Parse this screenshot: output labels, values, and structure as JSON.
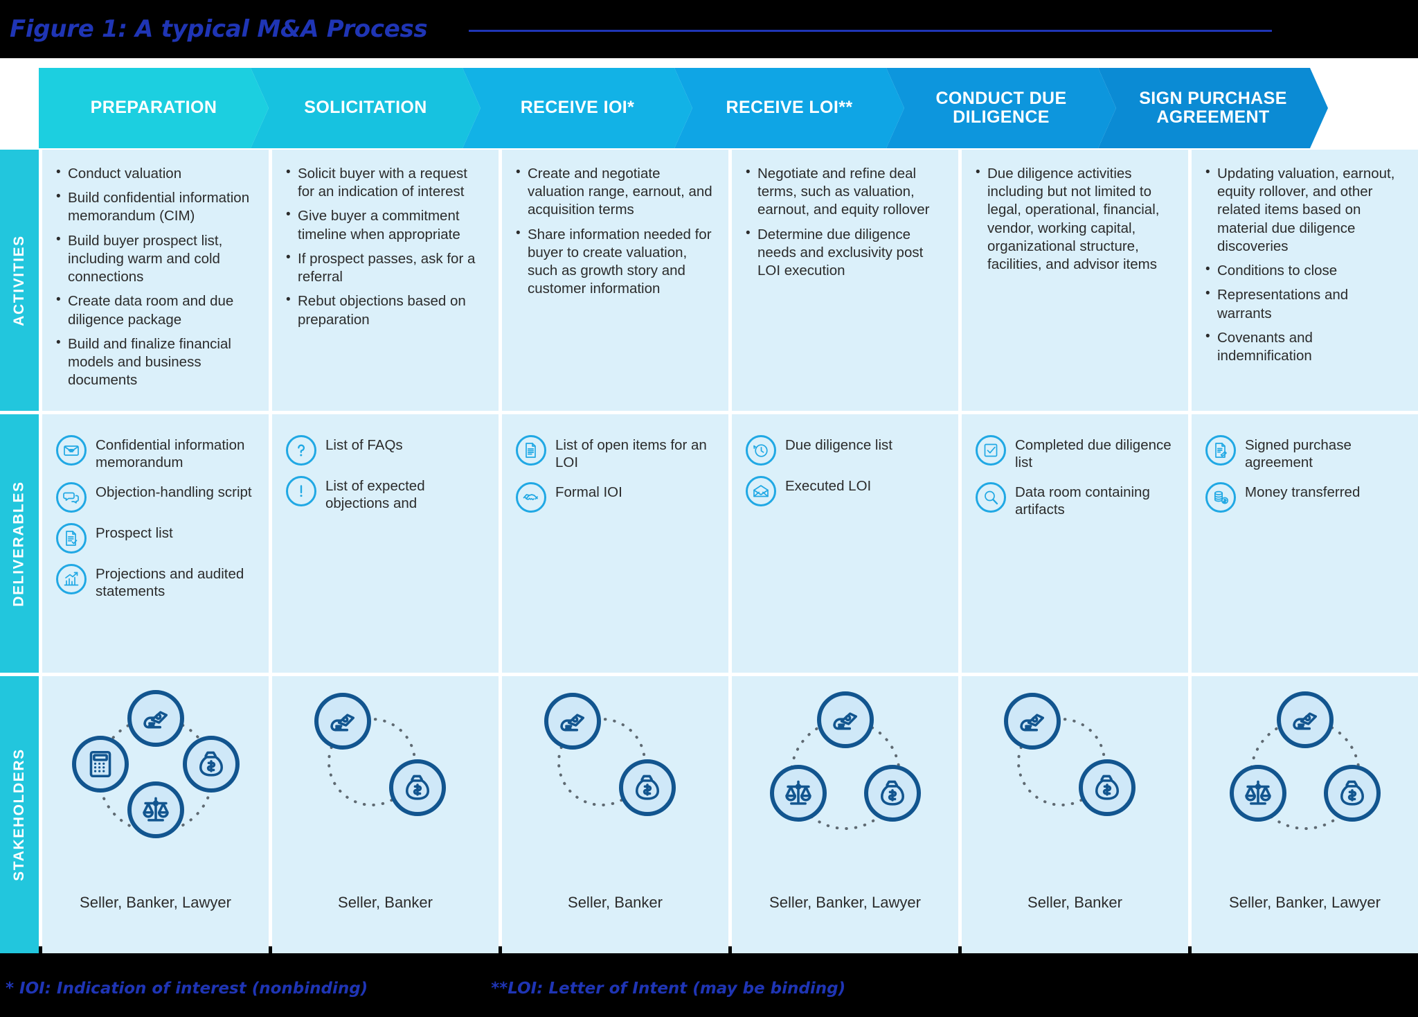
{
  "figure": {
    "title": "Figure 1: A typical M&A Process",
    "accent_blue": "#1f35b5",
    "header_colors": [
      "#1ccfe0",
      "#17c2e0",
      "#12b2e6",
      "#0fa5e5",
      "#0d96dd",
      "#0b8bd4"
    ],
    "cell_bg": "#dbf0fa",
    "rowlabel_bg": "#22c6dd"
  },
  "row_labels": {
    "activities": "ACTIVITIES",
    "deliverables": "DELIVERABLES",
    "stakeholders": "STAKEHOLDERS"
  },
  "phases": [
    {
      "name": "PREPARATION"
    },
    {
      "name": "SOLICITATION"
    },
    {
      "name": "RECEIVE IOI*"
    },
    {
      "name": "RECEIVE LOI**"
    },
    {
      "name": "CONDUCT DUE DILIGENCE"
    },
    {
      "name": "SIGN PURCHASE AGREEMENT"
    }
  ],
  "activities": [
    [
      "Conduct valuation",
      "Build confidential information memorandum (CIM)",
      "Build buyer prospect list, including warm and cold connections",
      "Create data room and due diligence package",
      "Build and finalize financial models and business documents"
    ],
    [
      "Solicit buyer with a request for an indication of interest",
      "Give buyer a commitment timeline when appropriate",
      "If prospect passes, ask for a referral",
      "Rebut objections based on preparation"
    ],
    [
      "Create and negotiate valuation range, earnout, and acquisition terms",
      "Share information needed for buyer to create valuation, such as growth story and customer information"
    ],
    [
      "Negotiate and refine deal terms, such as valuation, earnout, and equity rollover",
      "Determine due diligence needs and exclusivity post LOI execution"
    ],
    [
      "Due diligence activities including but not limited to legal, operational, financial, vendor, working capital, organizational structure, facilities, and advisor items"
    ],
    [
      "Updating valuation, earnout, equity rollover, and other related items based on material due diligence discoveries",
      "Conditions to close",
      "Representations and warrants",
      "Covenants and indemnification"
    ]
  ],
  "deliverables": [
    [
      {
        "icon": "envelope-confidential-icon",
        "label": "Confidential information memorandum"
      },
      {
        "icon": "speech-bubbles-icon",
        "label": "Objection-handling script"
      },
      {
        "icon": "document-check-icon",
        "label": "Prospect list"
      },
      {
        "icon": "bar-chart-growth-icon",
        "label": "Projections and audited statements"
      }
    ],
    [
      {
        "icon": "question-mark-icon",
        "label": "List of FAQs"
      },
      {
        "icon": "exclamation-mark-icon",
        "label": "List of expected objections and"
      }
    ],
    [
      {
        "icon": "document-lines-icon",
        "label": "List of open items for an LOI"
      },
      {
        "icon": "handshake-icon",
        "label": "Formal IOI"
      }
    ],
    [
      {
        "icon": "clock-arrow-icon",
        "label": "Due diligence list"
      },
      {
        "icon": "open-envelope-icon",
        "label": "Executed LOI"
      }
    ],
    [
      {
        "icon": "checkbox-icon",
        "label": "Completed due diligence list"
      },
      {
        "icon": "magnifier-icon",
        "label": "Data room containing artifacts"
      }
    ],
    [
      {
        "icon": "signed-document-icon",
        "label": "Signed purchase agreement"
      },
      {
        "icon": "coins-icon",
        "label": "Money transferred"
      }
    ]
  ],
  "stakeholders": [
    {
      "icons": [
        "cash-hand-icon",
        "calculator-icon",
        "money-bag-icon",
        "scales-icon"
      ],
      "label": "Seller, Banker, Lawyer"
    },
    {
      "icons": [
        "cash-hand-icon",
        "money-bag-icon"
      ],
      "label": "Seller, Banker"
    },
    {
      "icons": [
        "cash-hand-icon",
        "money-bag-icon"
      ],
      "label": "Seller, Banker"
    },
    {
      "icons": [
        "cash-hand-icon",
        "scales-icon",
        "money-bag-icon"
      ],
      "label": "Seller, Banker, Lawyer"
    },
    {
      "icons": [
        "cash-hand-icon",
        "money-bag-icon"
      ],
      "label": "Seller, Banker"
    },
    {
      "icons": [
        "cash-hand-icon",
        "scales-icon",
        "money-bag-icon"
      ],
      "label": "Seller, Banker, Lawyer"
    }
  ],
  "footnotes": {
    "ioi": "* IOI: Indication of interest (nonbinding)",
    "loi": "**LOI: Letter of Intent (may be binding)"
  }
}
